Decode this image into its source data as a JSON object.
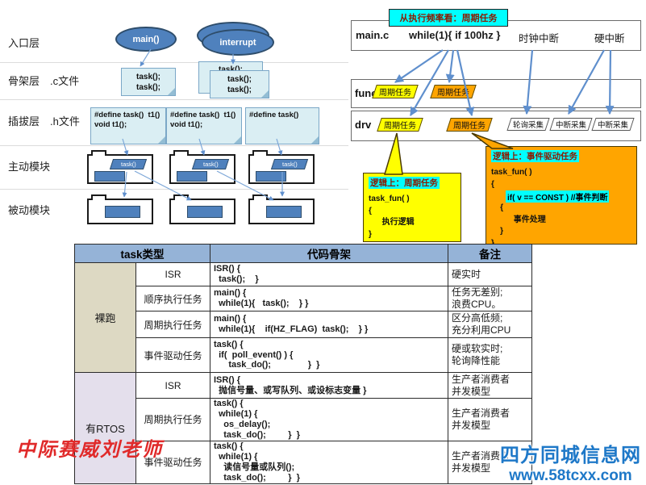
{
  "left_labels": {
    "entry": "入口层",
    "skeleton": "骨架层",
    "skeleton_file": ".c文件",
    "plug": "插拔层",
    "plug_file": ".h文件",
    "active": "主动模块",
    "passive": "被动模块"
  },
  "flow": {
    "main_ellipse": "main()",
    "interrupt_ellipse": "interrupt",
    "task_note_a": "task();\ntask();",
    "task_note_b_back": "task();",
    "task_note_b_front": "task();\ntask();",
    "define_full": "#define task()  t1()\nvoid t1();",
    "define_short": "#define task()",
    "task_parallelogram": "task()"
  },
  "right": {
    "freq_label": "从执行频率看：周期任务",
    "top_box": {
      "file": "main.c",
      "loop": "while(1){ if 100hz }",
      "clock_int": "时钟中断",
      "hard_int": "硬中断"
    },
    "func_label": "func",
    "drv_label": "drv",
    "periodic_task": "周期任务",
    "drv_items": [
      "轮询采集",
      "中断采集",
      "中断采集"
    ],
    "yellow_callout": {
      "title": "逻辑上：周期任务",
      "code": "task_fun( )\n{\n      执行逻辑\n}"
    },
    "orange_callout": {
      "title": "逻辑上：事件驱动任务",
      "code_top": "task_fun( )\n{",
      "highlight": "if( v == CONST ) //事件判断",
      "code_bottom": "    {\n          事件处理\n    }\n}"
    }
  },
  "table": {
    "headers": {
      "type": "task类型",
      "code": "代码骨架",
      "note": "备注"
    },
    "groups": [
      {
        "label": "裸跑"
      },
      {
        "label": "有RTOS"
      }
    ],
    "rows": [
      {
        "type": "ISR",
        "code": "ISR() {\n  task();    }",
        "note": "硬实时"
      },
      {
        "type": "顺序执行任务",
        "code": "main() {\n  while(1){   task();    } }",
        "note": "任务无差别;\n浪费CPU。"
      },
      {
        "type": "周期执行任务",
        "code": "main() {\n  while(1){    if(HZ_FLAG)  task();    } }",
        "note": "区分高低频;\n充分利用CPU"
      },
      {
        "type": "事件驱动任务",
        "code": "task() {\n  if(  poll_event() ) {\n      task_do();               }  }",
        "note": "硬或软实时;\n轮询降性能"
      },
      {
        "type": "ISR",
        "code": "ISR() {\n  抛信号量、或写队列、或设标志变量 }",
        "note": "生产者消费者\n并发模型"
      },
      {
        "type": "周期执行任务",
        "code": "task() {\n  while(1) {\n    os_delay();\n    task_do();         }  }",
        "note": "生产者消费者\n并发模型"
      },
      {
        "type": "事件驱动任务",
        "code": "task() {\n  while(1) {\n    读信号量或队列();\n    task_do();         }  }",
        "note": "生产者消费者\n并发模型"
      }
    ]
  },
  "watermarks": {
    "red": "中际赛威刘老师",
    "blue_title": "四方同城信息网",
    "blue_url": "www.58tcxx.com"
  },
  "colors": {
    "shape_blue": "#4f81bd",
    "note_blue": "#daeef3",
    "yellow": "#ffff00",
    "orange": "#ffa500",
    "cyan": "#00ffff",
    "header_blue": "#95b3d7",
    "bare_tan": "#ddd9c3",
    "rtos_lavender": "#e4dfec",
    "arrow_blue": "#5f8fcd",
    "watermark_red": "#e02a2a",
    "watermark_blue": "#1e78c8"
  }
}
